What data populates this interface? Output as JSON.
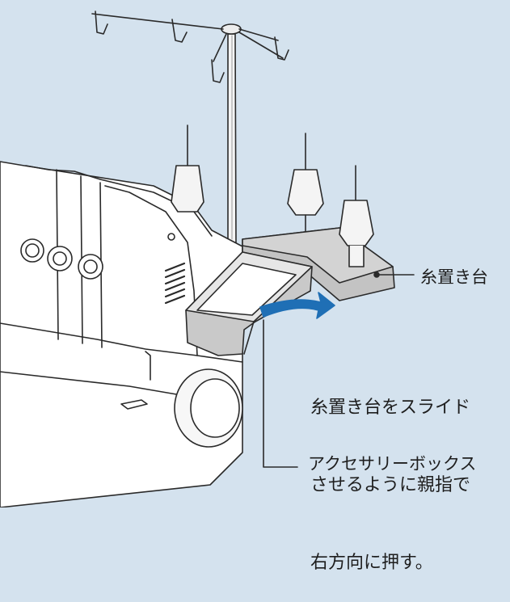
{
  "labels": {
    "thread_stand": "糸置き台",
    "instruction": [
      "糸置き台をスライド",
      "させるように親指で",
      "右方向に押す。"
    ],
    "accessory_box": "アクセサリーボックス"
  },
  "colors": {
    "background": "#d4e2ee",
    "stroke": "#2a2a2a",
    "machine_fill": "#ffffff",
    "plate_fill": "#bfbfbf",
    "arrow": "#1f6fb5"
  }
}
